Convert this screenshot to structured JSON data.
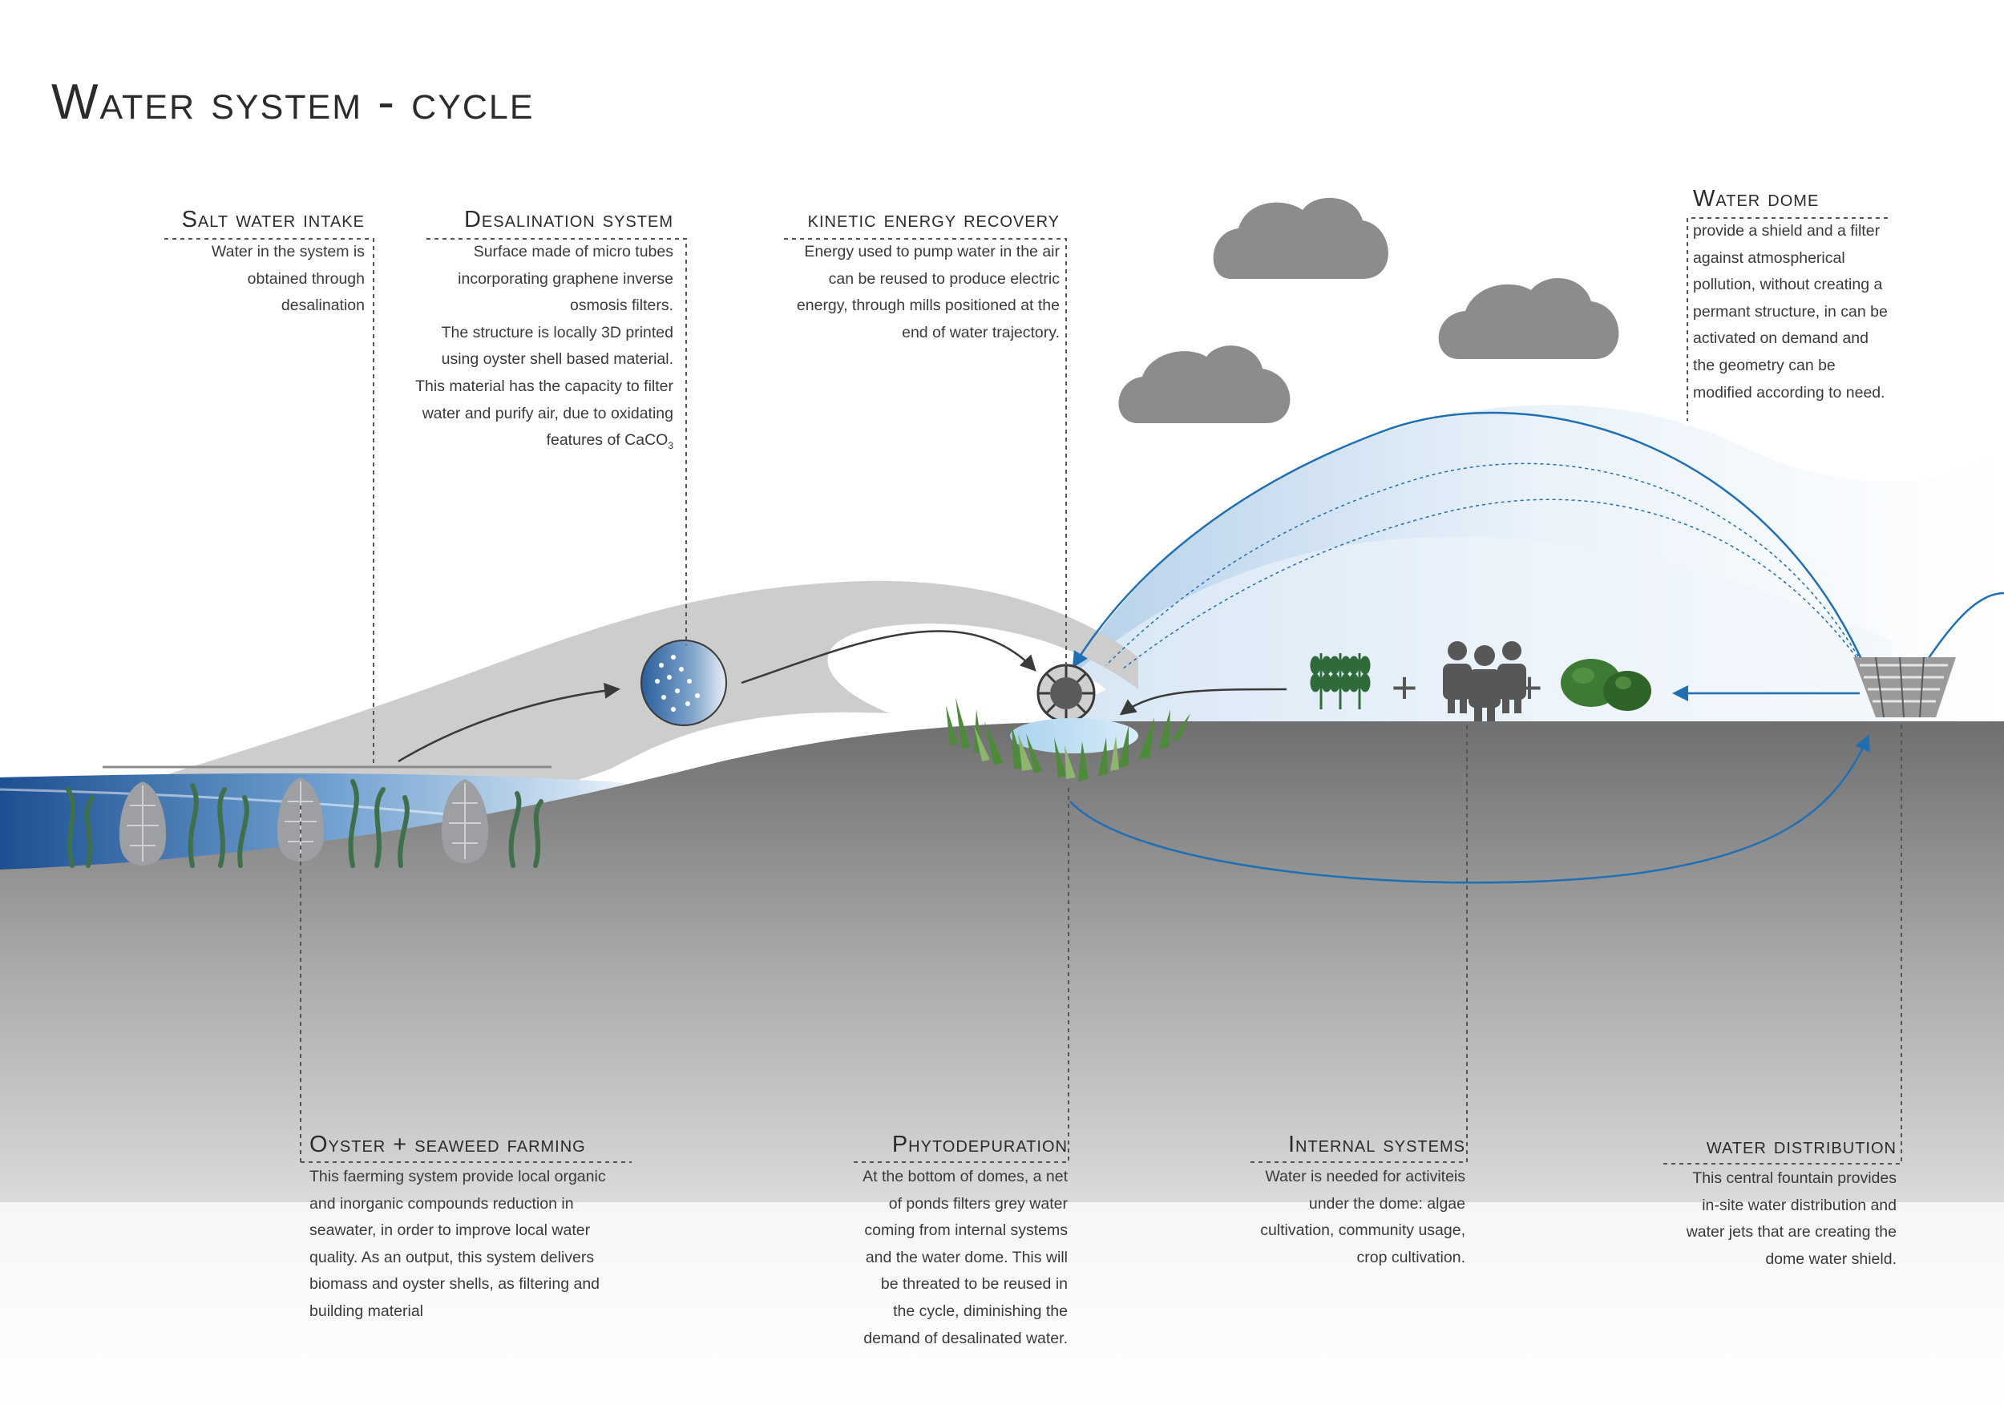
{
  "title": "Water system - cycle",
  "sections": {
    "salt_water_intake": {
      "heading": "Salt water intake",
      "lines": [
        "Water in the system is",
        "obtained through",
        "desalination"
      ]
    },
    "desalination_system": {
      "heading": "Desalination system",
      "lines": [
        "Surface made of micro tubes",
        "incorporating graphene inverse",
        "osmosis filters.",
        "The structure is locally 3D printed",
        "using oyster shell based material.",
        "This material has the capacity to filter",
        "water and purify air, due to oxidating"
      ],
      "last_line_prefix": "features of CaCO",
      "last_line_sub": "3"
    },
    "kinetic_energy_recovery": {
      "heading": "kinetic energy recovery",
      "lines": [
        "Energy used to pump water in the air",
        "can be reused to produce electric",
        "energy, through mills positioned at the",
        "end of water trajectory."
      ]
    },
    "water_dome": {
      "heading": "Water dome",
      "lines": [
        "provide a shield and a filter",
        "against atmospherical",
        "pollution, without creating a",
        "permant structure, in can be",
        "activated on demand and",
        "the geometry can be",
        "modified according to need."
      ]
    },
    "oyster_seaweed_farming": {
      "heading": "Oyster + seaweed farming",
      "lines": [
        "This faerming system provide local organic",
        "and inorganic compounds reduction in",
        "seawater, in order to improve local water",
        "quality. As an output, this system delivers",
        "biomass and oyster shells, as filtering and",
        "building material"
      ]
    },
    "phytodepuration": {
      "heading": "Phytodepuration",
      "lines": [
        "At the bottom of domes, a net",
        "of ponds filters grey water",
        "coming from internal systems",
        "and the water dome. This will",
        "be threated to be reused in",
        "the cycle, diminishing the",
        "demand of desalinated water."
      ]
    },
    "internal_systems": {
      "heading": "Internal systems",
      "lines": [
        "Water is needed for activiteis",
        "under the dome: algae",
        "cultivation, community usage,",
        "crop cultivation."
      ]
    },
    "water_distribution": {
      "heading": "water distribution",
      "lines": [
        "This central fountain provides",
        "in-site water distribution and",
        "water jets that are creating the",
        "dome water shield."
      ]
    },
    "plus_sign": "+"
  },
  "colors": {
    "text": "#2b2b2b",
    "flow_arrow": "#1f6fb2",
    "dome_light": "#dce9f5",
    "ground_dark": "#737373",
    "sea_dark": "#1b4d8f",
    "cloud": "#8c8c8f",
    "shell_plate": "#c9cacc",
    "seaweed": "#3f6f4b",
    "icon_dark": "#575757",
    "algae": "#3d7a34"
  },
  "icons": [
    "cloud-icon",
    "wheat-icon",
    "people-icon",
    "algae-icon",
    "fountain-icon",
    "filter-sphere-icon",
    "turbine-icon",
    "oyster-icon",
    "seaweed-icon",
    "reed-icon"
  ]
}
